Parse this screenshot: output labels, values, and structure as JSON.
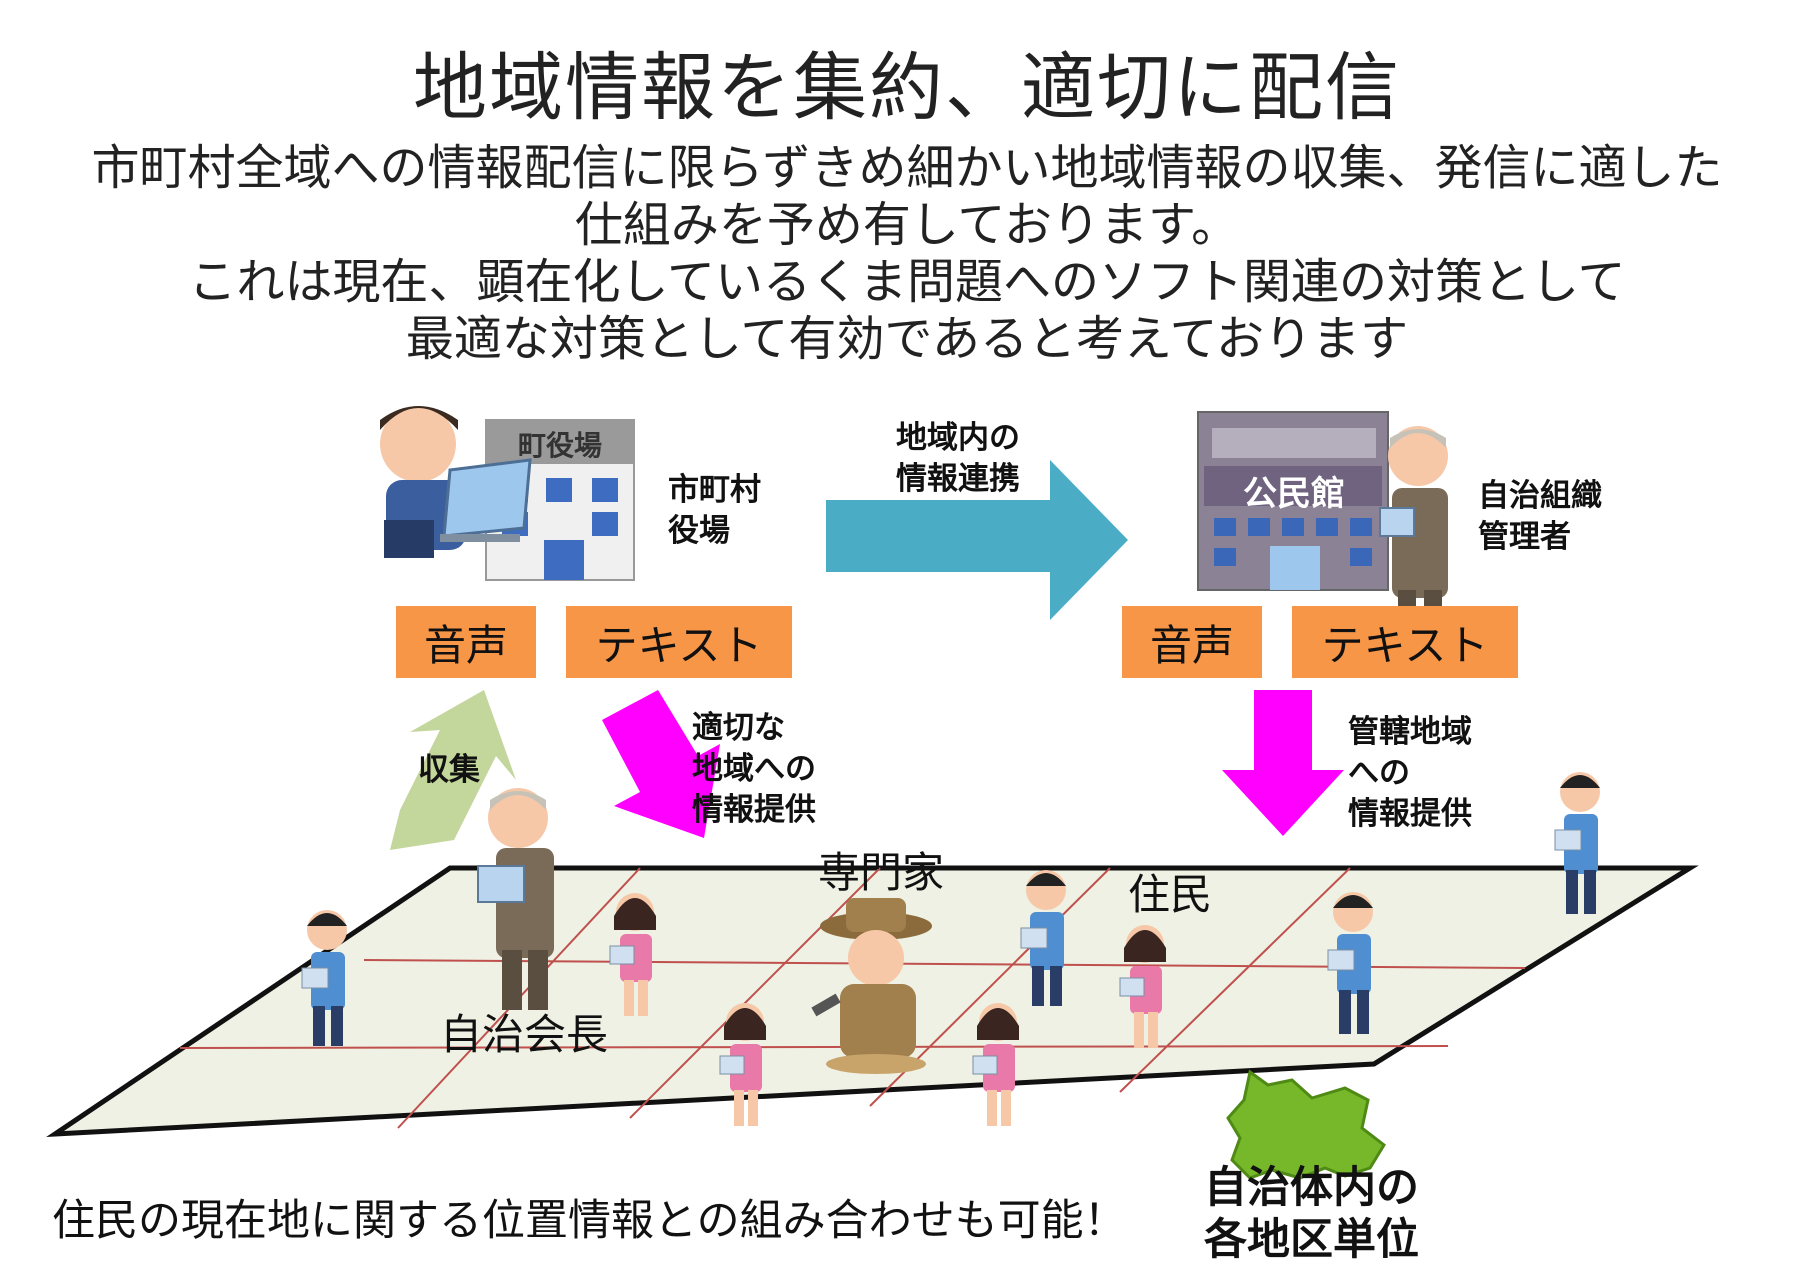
{
  "title": "地域情報を集約、適切に配信",
  "description": [
    "市町村全域への情報配信に限らずきめ細かい地域情報の収集、発信に適した",
    "仕組みを予め有しております。",
    "これは現在、顕在化しているくま問題へのソフト関連の対策として",
    "最適な対策として有効であると考えております"
  ],
  "left_office": {
    "sign": "町役場",
    "label": "市町村\n役場",
    "voice": "音声",
    "text": "テキスト"
  },
  "right_hall": {
    "sign": "公民館",
    "label": "自治組織\n管理者",
    "voice": "音声",
    "text": "テキスト"
  },
  "link_label": "地域内の\n情報連携",
  "collect_label": "収集",
  "provide_left_label": "適切な\n地域への\n情報提供",
  "provide_right_label": "管轄地域\nへの\n情報提供",
  "expert_label": "専門家",
  "residents_label": "住民",
  "chairman_label": "自治会長",
  "area_label": "自治体内の\n各地区単位",
  "footer": "住民の現在地に関する位置情報との組み合わせも可能！",
  "colors": {
    "orange_box": "#f79646",
    "link_arrow": "#4bacc6",
    "provide_arrow": "#ff00ff",
    "collect_arrow": "#c3d69b",
    "ground": "#eef1e3",
    "grid_line": "#c0504d",
    "area_map": "#76b82a"
  }
}
